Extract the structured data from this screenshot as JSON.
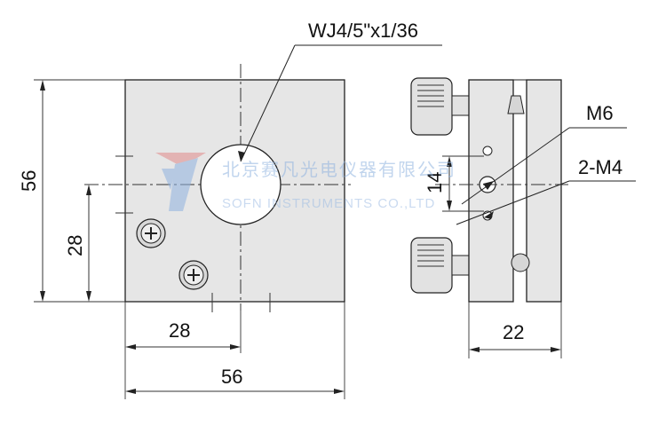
{
  "labels": {
    "thread": "WJ4/5\"x1/36",
    "dim_height_total": "56",
    "dim_height_center": "28",
    "dim_width_center": "28",
    "dim_width_total": "56",
    "dim_side_width": "22",
    "dim_hole_spacing": "14",
    "hole_main": "M6",
    "hole_small": "2-M4"
  },
  "watermark": {
    "company_cn": "北京赛凡光电仪器有限公司",
    "company_en": "SOFN INSTRUMENTS CO.,LTD"
  },
  "colors": {
    "body_fill": "#e6e6e6",
    "line": "#222222",
    "watermark_blue": "#8fb3e0",
    "watermark_red": "#e28a8a"
  }
}
